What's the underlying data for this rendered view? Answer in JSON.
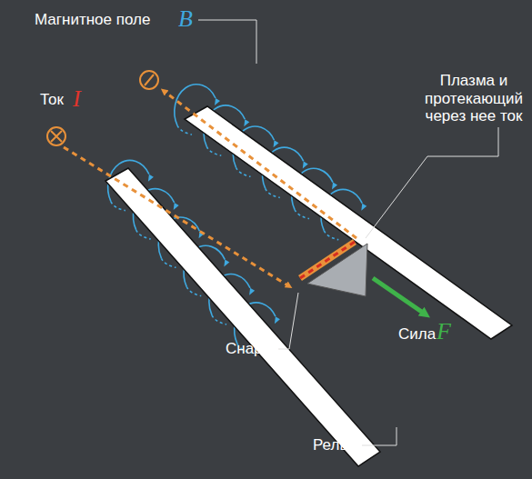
{
  "diagram": {
    "labels": [
      "Магнитное поле",
      "B",
      "Ток",
      "I",
      "Плазма и протекающий через нее ток",
      "Снаряд",
      "Сила",
      "F",
      "Рельс"
    ]
  }
}
